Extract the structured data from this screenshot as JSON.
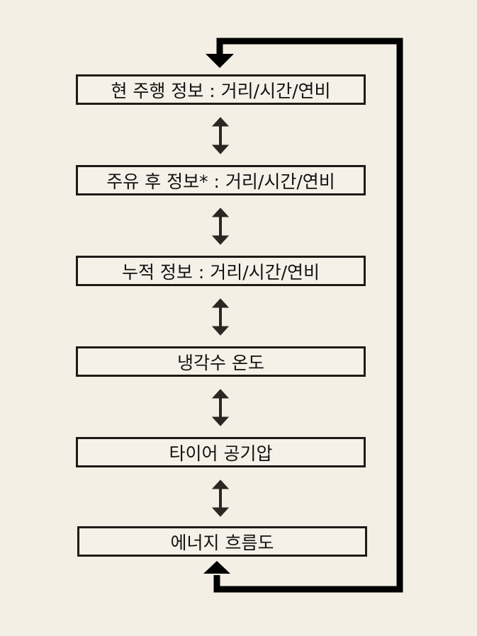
{
  "diagram": {
    "nodes": [
      {
        "label": "현 주행 정보 : 거리/시간/연비"
      },
      {
        "label": "주유 후 정보* : 거리/시간/연비"
      },
      {
        "label": "누적 정보 : 거리/시간/연비"
      },
      {
        "label": "냉각수 온도"
      },
      {
        "label": "타이어 공기압"
      },
      {
        "label": "에너지 흐름도"
      }
    ],
    "colors": {
      "background": "#f3efe4",
      "line": "#000000",
      "box_border": "#1e1a16"
    }
  }
}
